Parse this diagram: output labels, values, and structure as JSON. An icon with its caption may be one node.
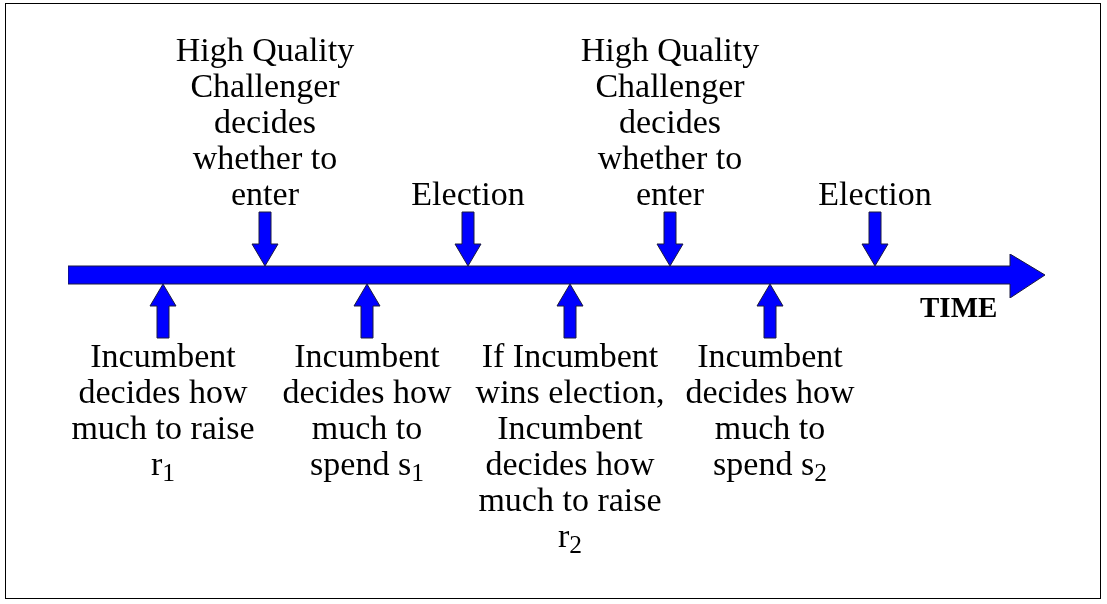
{
  "diagram": {
    "nodes": [
      {
        "text": [],
        "shape": "bar",
        "beside": [
          "TIME"
        ]
      },
      {
        "text": [
          "High Quality Challenger decides whether to enter"
        ]
      },
      {
        "text": [
          "Election"
        ]
      },
      {
        "text": [
          "High Quality Challenger decides whether to enter"
        ]
      },
      {
        "text": [
          "Election"
        ]
      },
      {
        "text": [
          "Incumbent decides how much to raise r$_{1}$"
        ]
      },
      {
        "text": [
          "Incumbent decides how much to spend s$_{1}$"
        ]
      },
      {
        "text": [
          "If Incumbent wins election, Incumbent decides how much to raise r$_{2}$"
        ]
      },
      {
        "text": [
          "Incumbent decides how much to spend s$_{2}$"
        ]
      }
    ],
    "edges": [
      {
        "from": 1,
        "to": 0,
        "arrow": "to"
      },
      {
        "from": 2,
        "to": 0,
        "arrow": "to"
      },
      {
        "from": 3,
        "to": 0,
        "arrow": "to"
      },
      {
        "from": 4,
        "to": 0,
        "arrow": "to"
      },
      {
        "from": 5,
        "to": 0,
        "arrow": "to"
      },
      {
        "from": 6,
        "to": 0,
        "arrow": "to"
      },
      {
        "from": 7,
        "to": 0,
        "arrow": "to"
      },
      {
        "from": 8,
        "to": 0,
        "arrow": "to"
      }
    ]
  }
}
